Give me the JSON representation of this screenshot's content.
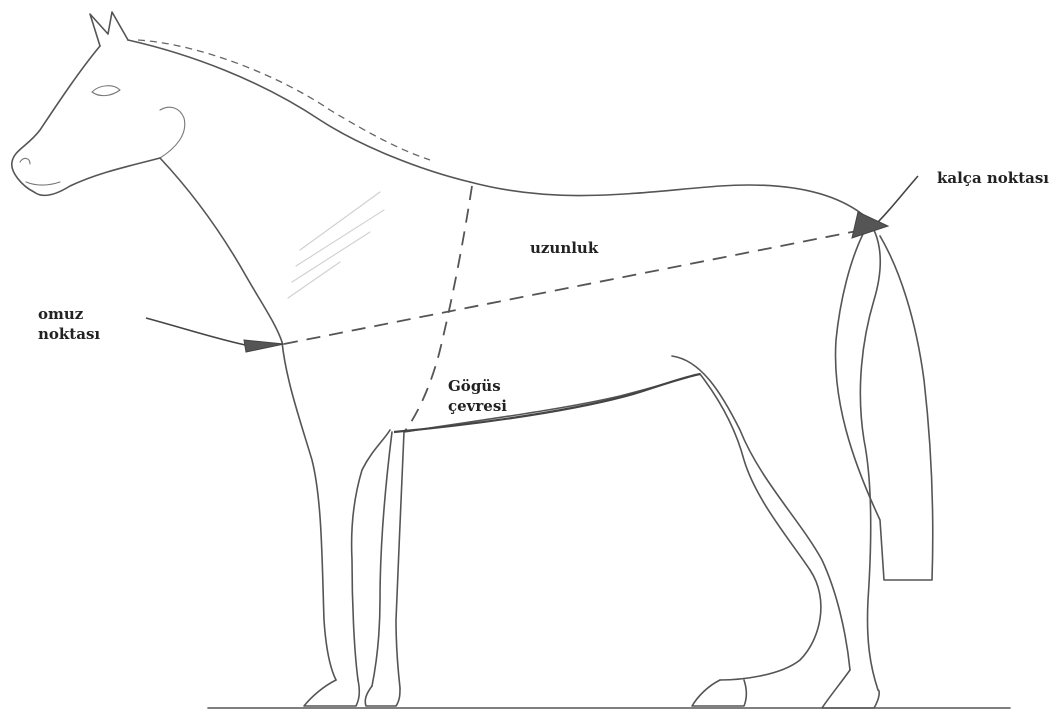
{
  "labels": {
    "hip_point": "kalça noktası",
    "length": "uzunluk",
    "shoulder_point_line1": "omuz",
    "shoulder_point_line2": "noktası",
    "chest_girth_line1": "Gögüs",
    "chest_girth_line2": "çevresi"
  },
  "colors": {
    "line": "#555555",
    "text": "#222222",
    "background": "#ffffff"
  }
}
